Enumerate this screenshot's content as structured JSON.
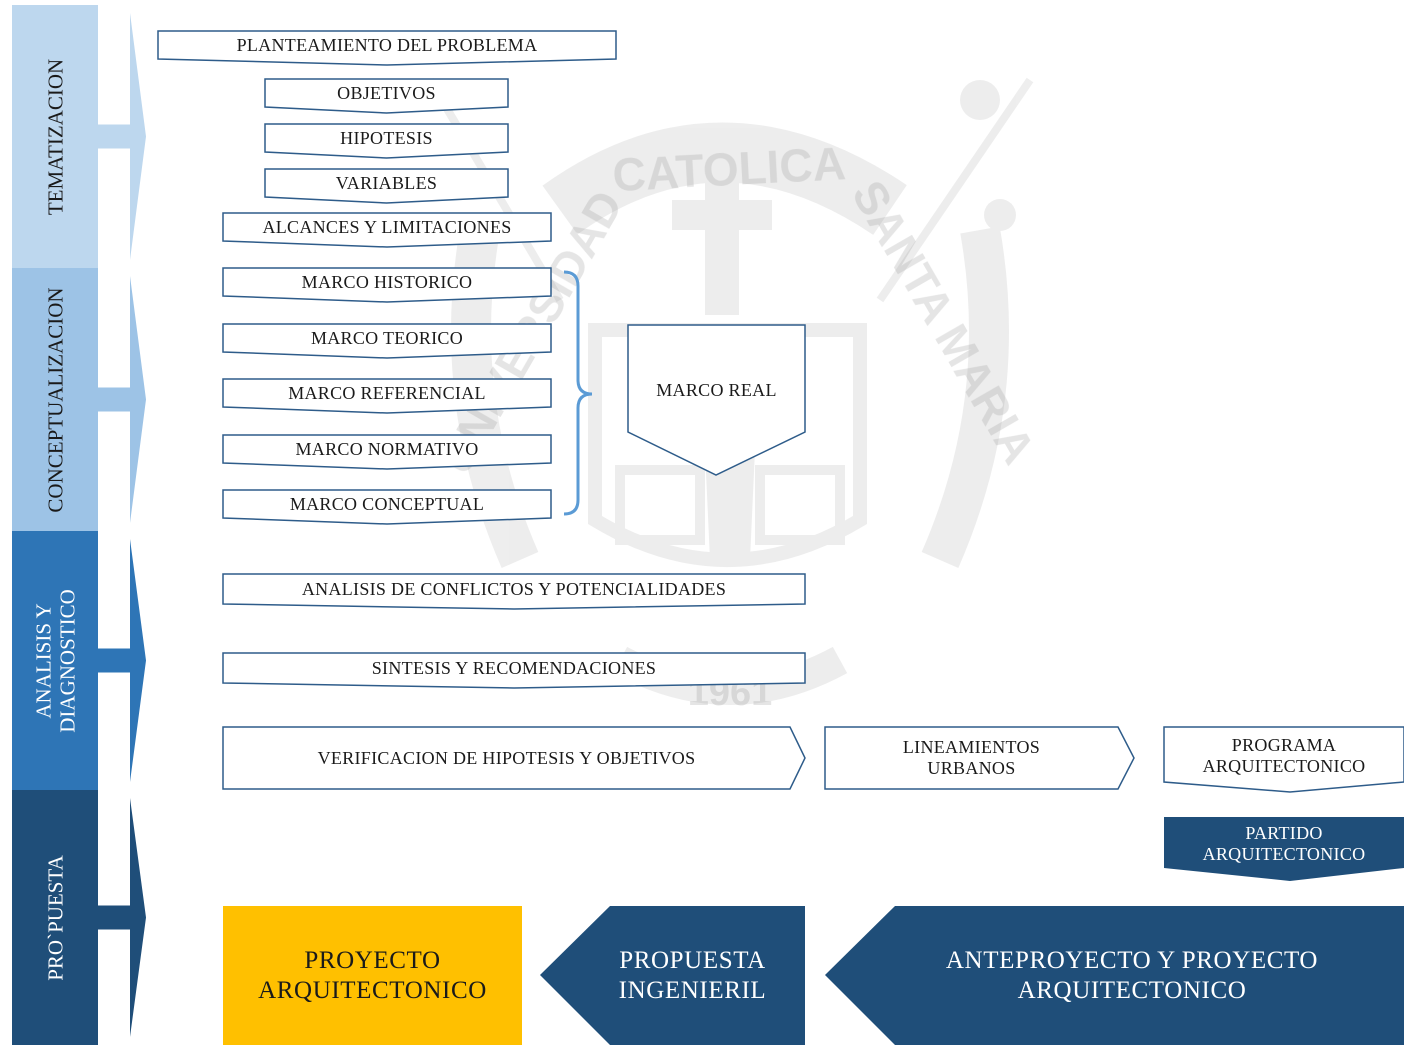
{
  "phases": [
    {
      "id": "tematizacion",
      "label": "TEMATIZACION",
      "color": "#bdd7ee"
    },
    {
      "id": "conceptualizacion",
      "label": "CONCEPTUALIZACION",
      "color": "#9dc3e6"
    },
    {
      "id": "analisis",
      "label": "ANALISIS Y\nDIAGNOSTICO",
      "color": "#2e75b6"
    },
    {
      "id": "propuesta",
      "label": "PRO`PUESTA",
      "color": "#1f4e79"
    }
  ],
  "tematizacion_items": [
    "PLANTEAMIENTO DEL PROBLEMA",
    "OBJETIVOS",
    "HIPOTESIS",
    "VARIABLES",
    "ALCANCES Y LIMITACIONES"
  ],
  "conceptualizacion_items": [
    "MARCO HISTORICO",
    "MARCO TEORICO",
    "MARCO REFERENCIAL",
    "MARCO NORMATIVO",
    "MARCO CONCEPTUAL"
  ],
  "marco_real": "MARCO REAL",
  "analisis_items": [
    "ANALISIS DE CONFLICTOS Y POTENCIALIDADES",
    "SINTESIS Y RECOMENDACIONES"
  ],
  "verificacion": "VERIFICACION DE HIPOTESIS Y OBJETIVOS",
  "lineamientos": "LINEAMIENTOS\nURBANOS",
  "programa": "PROGRAMA\nARQUITECTONICO",
  "partido": "PARTIDO\nARQUITECTONICO",
  "proyecto": "PROYECTO\nARQUITECTONICO",
  "propuesta_ingenieril": "PROPUESTA\nINGENIERIL",
  "anteproyecto": "ANTEPROYECTO Y PROYECTO\nARQUITECTONICO",
  "watermark": {
    "top_text": "CATOLICA",
    "left_text": "UNIVERSIDAD",
    "right_text": "SANTA MARIA",
    "year": "1961"
  },
  "colors": {
    "box_border": "#2e5c8a",
    "dark_blue": "#1f4e79",
    "gold": "#ffc000",
    "brace": "#5b9bd5"
  }
}
